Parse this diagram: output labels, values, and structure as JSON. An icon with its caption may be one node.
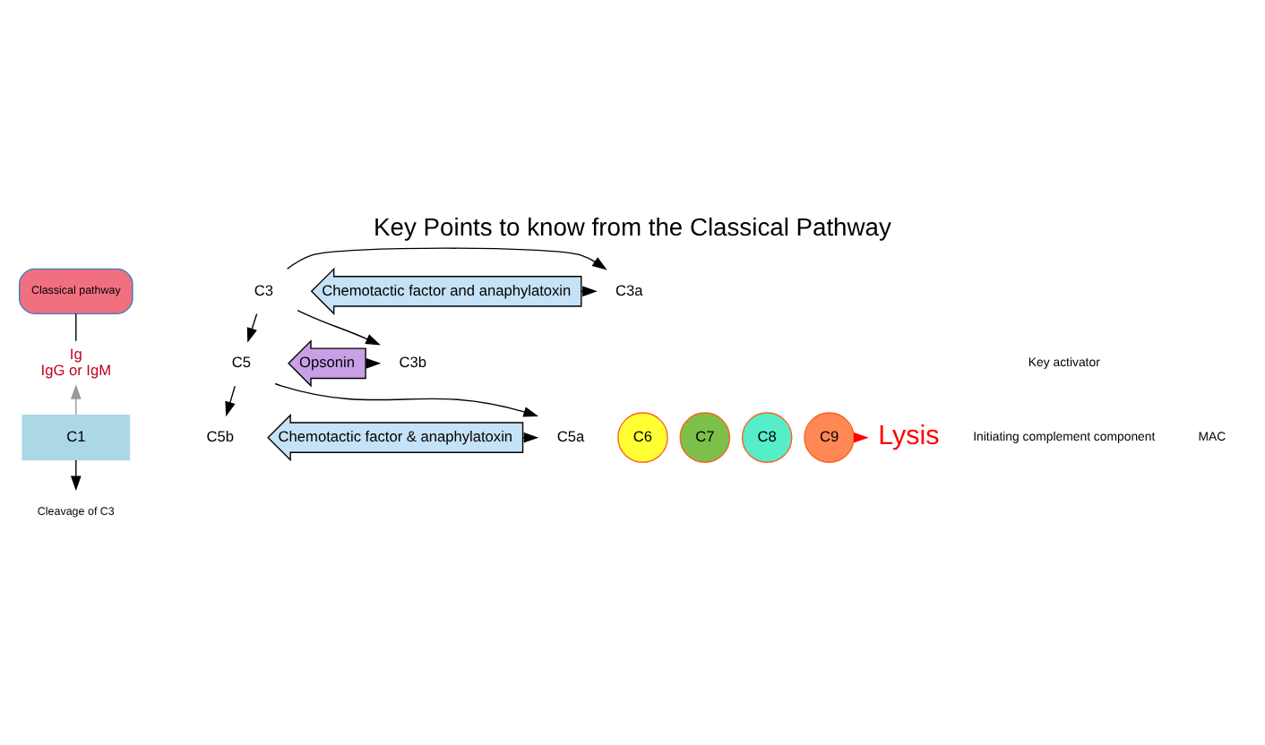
{
  "diagram": {
    "title": "Key Points to know from the Classical Pathway",
    "nodes": [
      {
        "text": [
          "Classical pathway"
        ]
      },
      {
        "text": [
          "Ig",
          "IgG or IgM"
        ]
      },
      {
        "text": [
          "C1"
        ]
      },
      {
        "text": [
          "Cleavage of C3"
        ]
      },
      {
        "text": [
          "C3"
        ]
      },
      {
        "text": [
          "C3a"
        ]
      },
      {
        "text": [
          "C3b"
        ]
      },
      {
        "text": [
          "C5"
        ]
      },
      {
        "text": [
          "C5a"
        ]
      },
      {
        "text": [
          "C5b"
        ]
      },
      {
        "text": [
          "C6"
        ]
      },
      {
        "text": [
          "C7"
        ]
      },
      {
        "text": [
          "C8"
        ]
      },
      {
        "text": [
          "C9"
        ]
      },
      {
        "text": [
          "Lysis"
        ]
      },
      {
        "text": [
          "Chemotactic factor and anaphylatoxin"
        ]
      },
      {
        "text": [
          "Opsonin"
        ]
      },
      {
        "text": [
          "Chemotactic factor & anaphylatoxin"
        ]
      }
    ],
    "edges": [
      {
        "from": 1,
        "to": 0,
        "arrow": "none"
      },
      {
        "from": 2,
        "to": 1,
        "arrow": "to",
        "color": "#999999"
      },
      {
        "from": 2,
        "to": 3,
        "arrow": "to"
      },
      {
        "from": 4,
        "to": 5,
        "arrow": "to"
      },
      {
        "from": 4,
        "to": 6,
        "arrow": "to"
      },
      {
        "from": 4,
        "to": 7,
        "arrow": "to"
      },
      {
        "from": 7,
        "to": 8,
        "arrow": "to"
      },
      {
        "from": 7,
        "to": 9,
        "arrow": "to"
      },
      {
        "from": 13,
        "to": 14,
        "arrow": "to",
        "color": "#ff0000"
      },
      {
        "from": 15,
        "to": 5,
        "arrow": "to"
      },
      {
        "from": 16,
        "to": 6,
        "arrow": "to"
      },
      {
        "from": 17,
        "to": 8,
        "arrow": "to"
      }
    ],
    "labels": [
      "Key activator",
      "Initiating complement component",
      "MAC"
    ]
  }
}
